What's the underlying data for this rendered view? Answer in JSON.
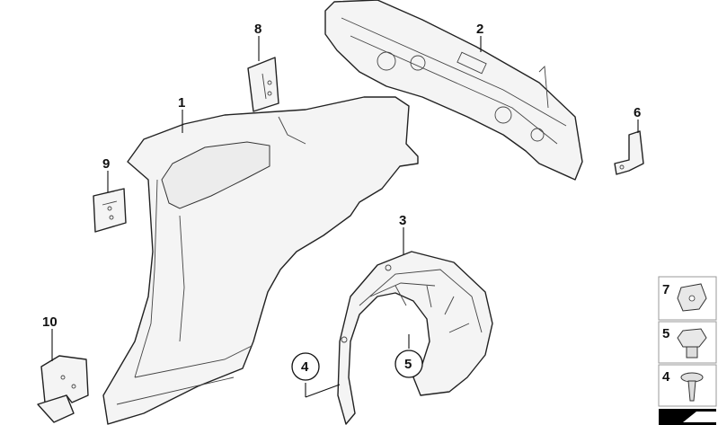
{
  "callouts": {
    "c1": "1",
    "c2": "2",
    "c3": "3",
    "c4": "4",
    "c5": "5",
    "c6": "6",
    "c8": "8",
    "c9": "9",
    "c10": "10"
  },
  "legend": {
    "items": [
      {
        "label": "7"
      },
      {
        "label": "5"
      },
      {
        "label": "4"
      }
    ]
  }
}
